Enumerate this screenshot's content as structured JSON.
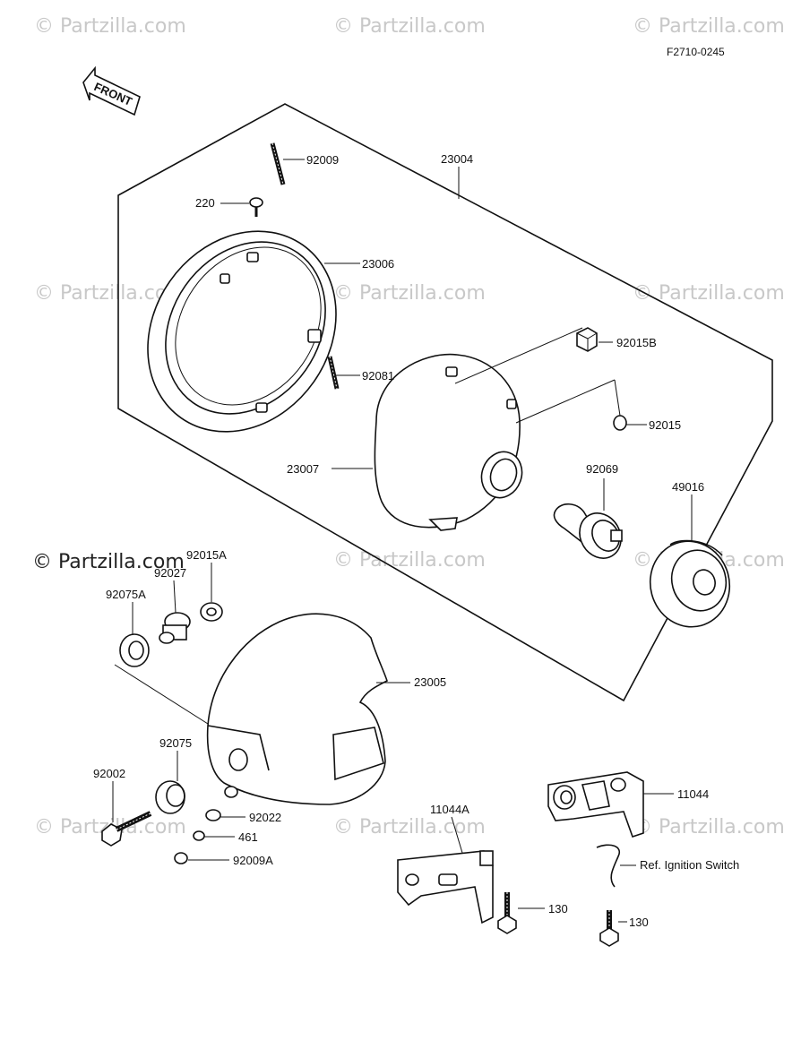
{
  "diagram": {
    "reference_code": "F2710-0245",
    "front_arrow_label": "FRONT",
    "watermark_text": "© Partzilla.com",
    "parts": [
      {
        "id": "23004",
        "label": "23004"
      },
      {
        "id": "92009",
        "label": "92009"
      },
      {
        "id": "220",
        "label": "220"
      },
      {
        "id": "23006",
        "label": "23006"
      },
      {
        "id": "92081",
        "label": "92081"
      },
      {
        "id": "92015B",
        "label": "92015B"
      },
      {
        "id": "92015",
        "label": "92015"
      },
      {
        "id": "23007",
        "label": "23007"
      },
      {
        "id": "92069",
        "label": "92069"
      },
      {
        "id": "49016",
        "label": "49016"
      },
      {
        "id": "92015A",
        "label": "92015A"
      },
      {
        "id": "92027",
        "label": "92027"
      },
      {
        "id": "92075A",
        "label": "92075A"
      },
      {
        "id": "23005",
        "label": "23005"
      },
      {
        "id": "92075",
        "label": "92075"
      },
      {
        "id": "92002",
        "label": "92002"
      },
      {
        "id": "92022",
        "label": "92022"
      },
      {
        "id": "461",
        "label": "461"
      },
      {
        "id": "92009A",
        "label": "92009A"
      },
      {
        "id": "11044A",
        "label": "11044A"
      },
      {
        "id": "11044",
        "label": "11044"
      },
      {
        "id": "ref-ignition",
        "label": "Ref. Ignition Switch"
      },
      {
        "id": "130a",
        "label": "130"
      },
      {
        "id": "130b",
        "label": "130"
      }
    ]
  }
}
